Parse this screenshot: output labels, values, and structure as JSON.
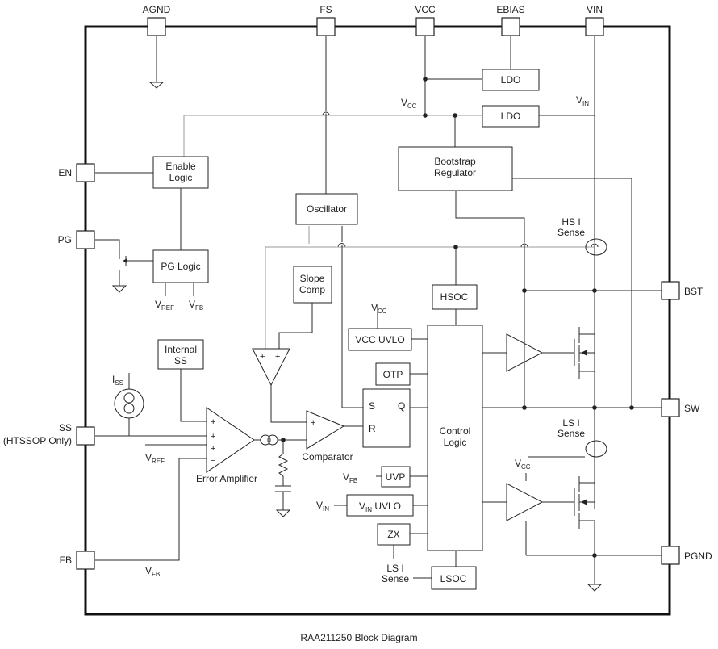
{
  "pins_top": {
    "agnd": "AGND",
    "fs": "FS",
    "vcc": "VCC",
    "ebias": "EBIAS",
    "vin": "VIN"
  },
  "pins_left": {
    "en": "EN",
    "pg": "PG",
    "ss": "SS",
    "ss_note": "(HTSSOP Only)",
    "fb": "FB"
  },
  "pins_right": {
    "bst": "BST",
    "sw": "SW",
    "pgnd": "PGND"
  },
  "blocks": {
    "ldo_top": "LDO",
    "ldo_mid": "LDO",
    "enable_logic_1": "Enable",
    "enable_logic_2": "Logic",
    "bootstrap_1": "Bootstrap",
    "bootstrap_2": "Regulator",
    "oscillator": "Oscillator",
    "pg_logic": "PG Logic",
    "slope_1": "Slope",
    "slope_2": "Comp",
    "hsoc": "HSOC",
    "vcc_uvlo": "VCC UVLO",
    "otp": "OTP",
    "internal_ss_1": "Internal",
    "internal_ss_2": "SS",
    "sr_s": "S",
    "sr_q": "Q",
    "sr_r": "R",
    "control_1": "Control",
    "control_2": "Logic",
    "uvp": "UVP",
    "vin_uvlo_sub": "IN",
    "vin_uvlo_text": " UVLO",
    "zx": "ZX",
    "lsoc": "LSOC"
  },
  "labels": {
    "v": "V",
    "i": "I",
    "sub_cc": "CC",
    "sub_in": "IN",
    "sub_ref": "REF",
    "sub_fb": "FB",
    "sub_ss": "SS",
    "hs_sense_1": "HS I",
    "hs_sense_2": "Sense",
    "ls_sense_1": "LS I",
    "ls_sense_2": "Sense",
    "ls_sense_b1": "LS I",
    "ls_sense_b2": "Sense",
    "error_amplifier": "Error Amplifier",
    "comparator": "Comparator",
    "plus": "+",
    "minus": "−"
  },
  "caption": "RAA211250 Block Diagram"
}
